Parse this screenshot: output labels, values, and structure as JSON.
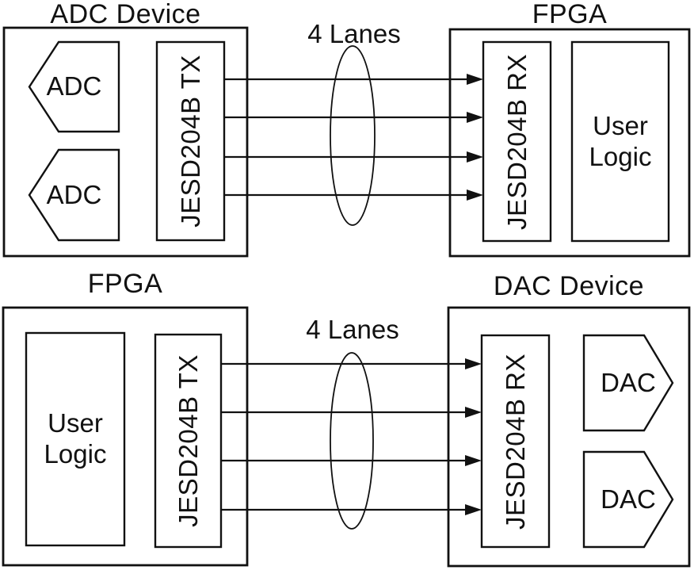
{
  "colors": {
    "stroke": "#111111",
    "background": "#ffffff"
  },
  "top": {
    "adc_device": {
      "title": "ADC Device",
      "adc_blocks": [
        "ADC",
        "ADC"
      ],
      "tx_label": "JESD204B TX"
    },
    "lanes_label": "4 Lanes",
    "fpga": {
      "title": "FPGA",
      "rx_label": "JESD204B RX",
      "user_logic_label": "User Logic"
    }
  },
  "bottom": {
    "fpga": {
      "title": "FPGA",
      "user_logic_label": "User Logic",
      "tx_label": "JESD204B TX"
    },
    "lanes_label": "4 Lanes",
    "dac_device": {
      "title": "DAC Device",
      "rx_label": "JESD204B RX",
      "dac_blocks": [
        "DAC",
        "DAC"
      ]
    }
  }
}
